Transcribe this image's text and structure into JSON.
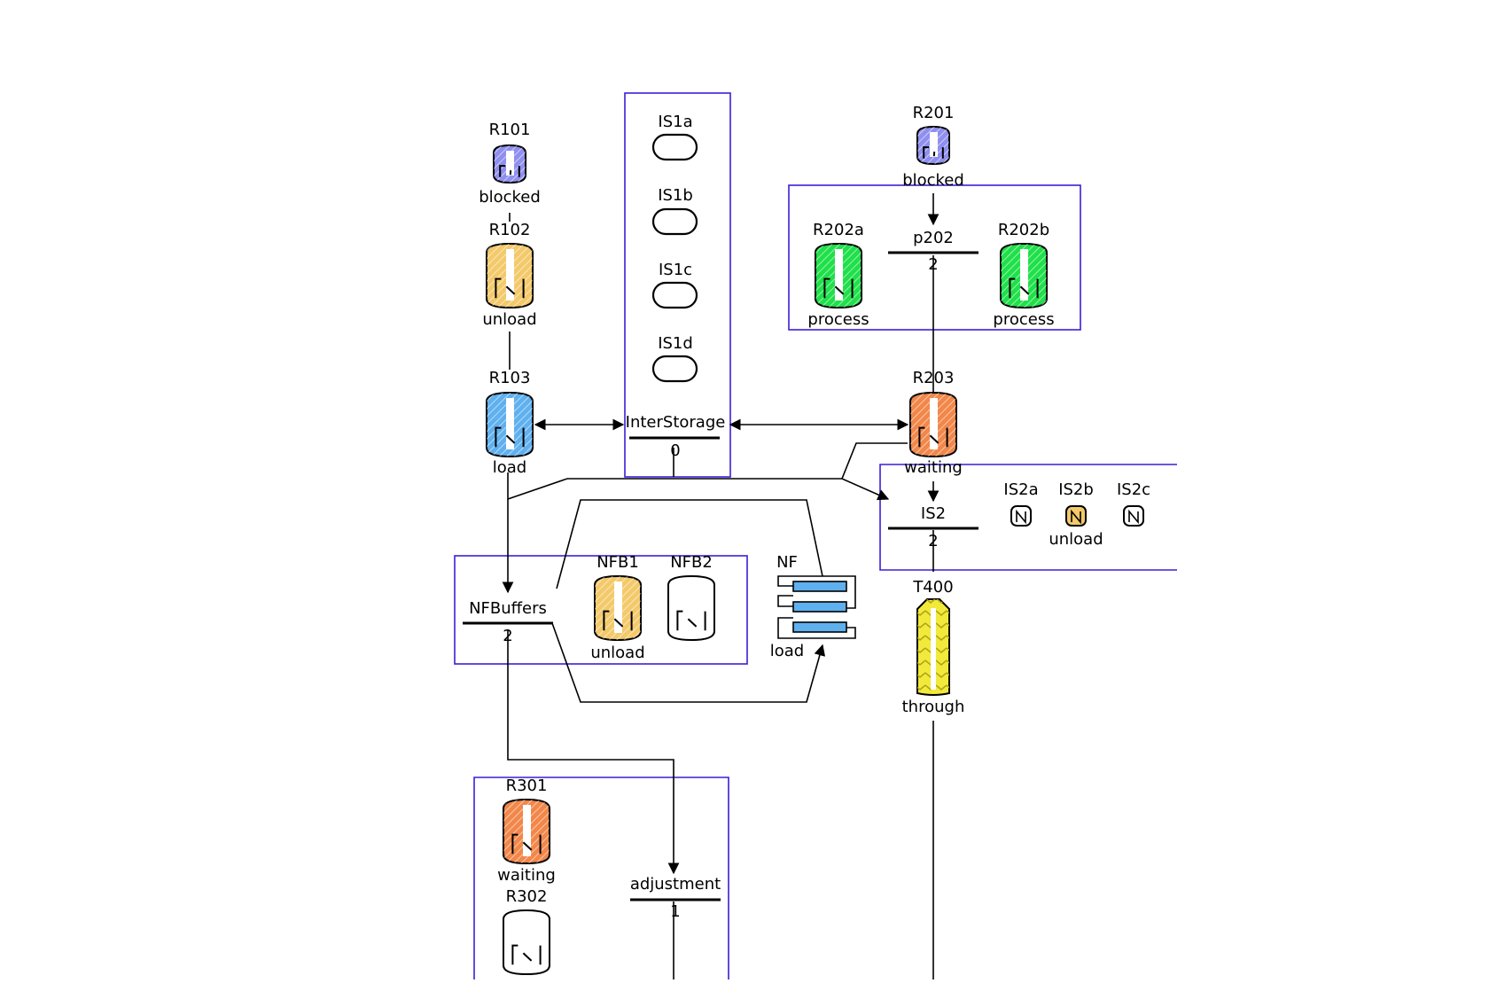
{
  "nodes": {
    "R101": {
      "label": "R101",
      "status": "blocked",
      "color": "#8f8ff0"
    },
    "R102": {
      "label": "R102",
      "status": "unload",
      "color": "#f3c96a"
    },
    "R103": {
      "label": "R103",
      "status": "load",
      "color": "#5fb0ef"
    },
    "R201": {
      "label": "R201",
      "status": "blocked",
      "color": "#8f8ff0"
    },
    "R202a": {
      "label": "R202a",
      "status": "process",
      "color": "#1fe04a"
    },
    "R202b": {
      "label": "R202b",
      "status": "process",
      "color": "#1fe04a"
    },
    "R203": {
      "label": "R203",
      "status": "waiting",
      "color": "#f2874a"
    },
    "NFB1": {
      "label": "NFB1",
      "status": "unload",
      "color": "#f3c96a"
    },
    "NFB2": {
      "label": "NFB2",
      "status": "",
      "color": "#ffffff"
    },
    "NF": {
      "label": "NF",
      "status": "load",
      "color": "#5fb0ef"
    },
    "T400": {
      "label": "T400",
      "status": "through",
      "color": "#f2ea3a"
    },
    "R301": {
      "label": "R301",
      "status": "waiting",
      "color": "#f2874a"
    },
    "R302": {
      "label": "R302",
      "status": "",
      "color": "#ffffff"
    }
  },
  "storages": {
    "IS1a": {
      "label": "IS1a"
    },
    "IS1b": {
      "label": "IS1b"
    },
    "IS1c": {
      "label": "IS1c"
    },
    "IS1d": {
      "label": "IS1d"
    }
  },
  "small_units": {
    "IS2a": {
      "label": "IS2a",
      "status": "",
      "color": "#ffffff"
    },
    "IS2b": {
      "label": "IS2b",
      "status": "unload",
      "color": "#f3c96a"
    },
    "IS2c": {
      "label": "IS2c",
      "status": "",
      "color": "#ffffff"
    }
  },
  "resources": {
    "InterStorage": {
      "label": "InterStorage",
      "count": "0"
    },
    "p202": {
      "label": "p202",
      "count": "2"
    },
    "IS2": {
      "label": "IS2",
      "count": "2"
    },
    "NFBuffers": {
      "label": "NFBuffers",
      "count": "2"
    },
    "adjustment": {
      "label": "adjustment",
      "count": "1"
    }
  },
  "colors": {
    "group_border": "#3a1fd6",
    "line": "#000000",
    "background": "#ffffff"
  }
}
